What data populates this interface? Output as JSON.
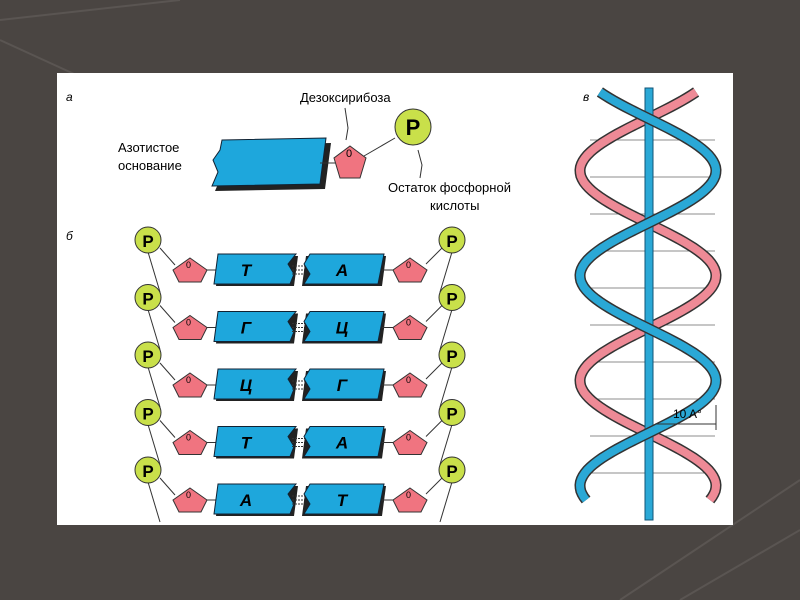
{
  "panel_a": {
    "label": "а",
    "base_label_line1": "Азотистое",
    "base_label_line2": "основание",
    "sugar_label": "Дезоксирибоза",
    "sugar_oxygen": "0",
    "phosphate_symbol": "P",
    "phosphate_label_line1": "Остаток фосфорной",
    "phosphate_label_line2": "кислоты"
  },
  "panel_b": {
    "label": "б",
    "pairs": [
      {
        "left": "Т",
        "right": "А"
      },
      {
        "left": "Г",
        "right": "Ц"
      },
      {
        "left": "Ц",
        "right": "Г"
      },
      {
        "left": "Т",
        "right": "А"
      },
      {
        "left": "А",
        "right": "Т"
      }
    ]
  },
  "panel_c": {
    "label": "в",
    "measure": "10 A°"
  },
  "colors": {
    "base": "#1ea7dc",
    "sugar": "#f07480",
    "phosphate": "#c9e04a",
    "strand_blue": "#2aa8d6",
    "strand_pink": "#ee8a96"
  }
}
